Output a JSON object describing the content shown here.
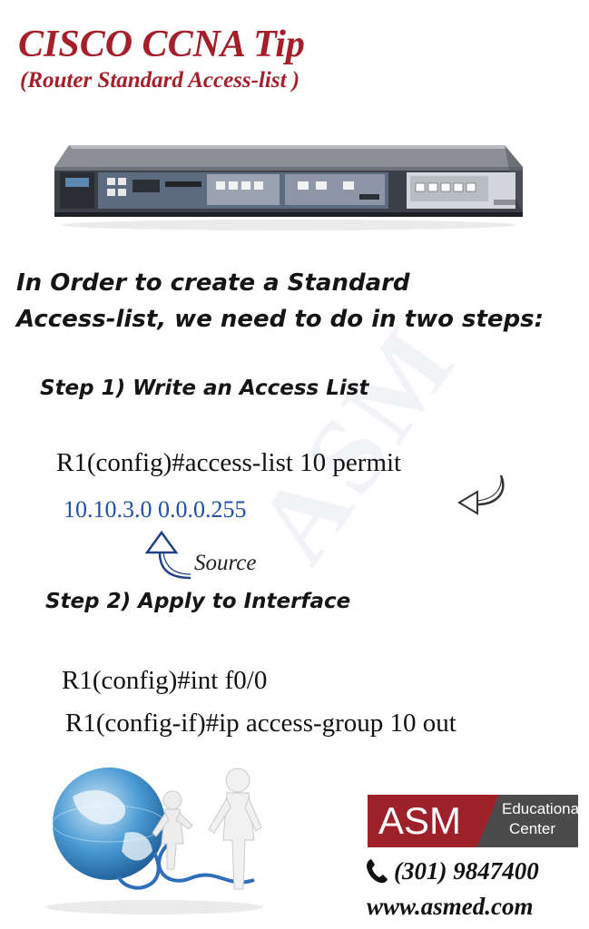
{
  "header": {
    "title": "CISCO CCNA Tip",
    "subtitle": "(Router Standard Access-list )"
  },
  "intro": {
    "line1": "In Order to create a Standard",
    "line2": "Access-list, we need to do in two steps:"
  },
  "step1": {
    "label": "Step 1) Write an Access List",
    "command": "R1(config)#access-list 10 permit",
    "address": "10.10.3.0 0.0.0.255",
    "address_annotation": "Source"
  },
  "step2": {
    "label": "Step 2) Apply to Interface",
    "command1": "R1(config)#int f0/0",
    "command2": "R1(config-if)#ip access-group 10 out"
  },
  "watermark": "ASM",
  "brand": {
    "logo_text": "ASM",
    "logo_sub1": "Educational",
    "logo_sub2": "Center",
    "phone": "(301) 9847400",
    "website": "www.asmed.com"
  },
  "colors": {
    "title": "#a51f2a",
    "address": "#1f4fa8",
    "logo_red": "#9e2029",
    "logo_grey": "#4b4b4b"
  },
  "icons": [
    "router-image",
    "up-arrow-icon",
    "curved-arrow-icon",
    "globe-people-image",
    "phone-icon"
  ]
}
